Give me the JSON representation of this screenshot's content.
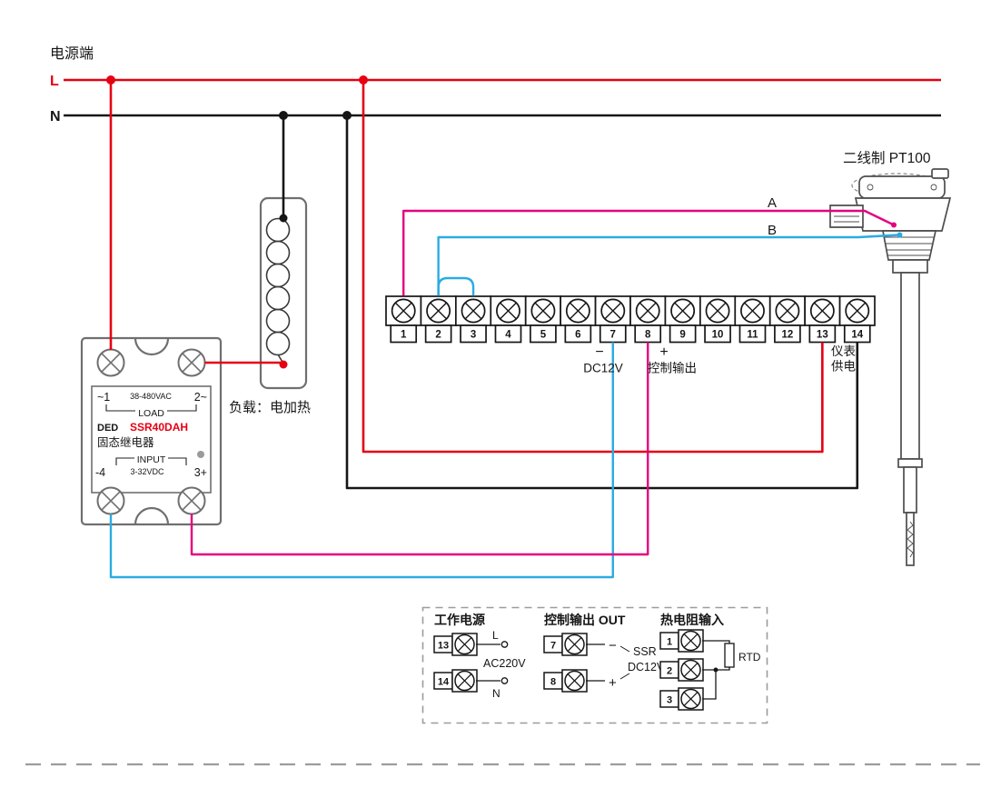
{
  "colors": {
    "live": "#e60012",
    "neutral": "#161616",
    "signal_a": "#e5007e",
    "signal_b": "#2aabe2",
    "component": "#6f6f6f",
    "sensor": "#4d4d4d",
    "model_red": "#e60012",
    "dash": "#9c9c9c"
  },
  "header": {
    "power_label": "电源端",
    "line_l": "L",
    "line_n": "N"
  },
  "ssr": {
    "term1": "~1",
    "rating_top": "38-480VAC",
    "term2": "2~",
    "load_mark": "LOAD",
    "brand": "DED",
    "model": "SSR40DAH",
    "name": "固态继电器",
    "input_mark": "INPUT",
    "term4": "-4",
    "rating_bottom": "3-32VDC",
    "term3": "3+"
  },
  "load": {
    "label": "负载：电加热"
  },
  "sensor": {
    "label": "二线制 PT100",
    "wire_a": "A",
    "wire_b": "B"
  },
  "strip": {
    "numbers": [
      "1",
      "2",
      "3",
      "4",
      "5",
      "6",
      "7",
      "8",
      "9",
      "10",
      "11",
      "12",
      "13",
      "14"
    ],
    "minus": "−",
    "plus": "+",
    "dc12v": "DC12V",
    "control_output": "控制输出",
    "meter_line1": "仪表",
    "meter_line2": "供电"
  },
  "legend": {
    "power": {
      "title": "工作电源",
      "n13": "13",
      "n14": "14",
      "l": "L",
      "n": "N",
      "voltage": "AC220V"
    },
    "output": {
      "title": "控制输出 OUT",
      "n7": "7",
      "n8": "8",
      "minus": "−",
      "plus": "+",
      "device": "SSR",
      "voltage": "DC12V"
    },
    "rtd": {
      "title": "热电阻输入",
      "n1": "1",
      "n2": "2",
      "n3": "3",
      "label": "RTD"
    }
  }
}
